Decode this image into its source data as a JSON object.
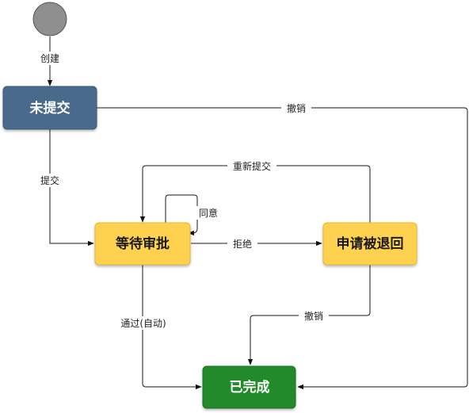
{
  "nodes": {
    "start": {
      "shape": "circle",
      "fill": "#8f8f8f",
      "stroke": "#555555"
    },
    "unsubmitted": {
      "label": "未提交",
      "fill": "#4a6b8a",
      "stroke": "#3d5a76",
      "text_color": "#ffffff"
    },
    "pending_approval": {
      "label": "等待审批",
      "fill": "#fed14f",
      "stroke": "#e5b73a",
      "text_color": "#1a1a1a"
    },
    "application_returned": {
      "label": "申请被退回",
      "fill": "#fed14f",
      "stroke": "#e5b73a",
      "text_color": "#1a1a1a"
    },
    "completed": {
      "label": "已完成",
      "fill": "#208a2c",
      "stroke": "#1a7025",
      "text_color": "#ffffff"
    }
  },
  "edges": {
    "create": {
      "label": "创建"
    },
    "submit": {
      "label": "提交"
    },
    "cancel_from_unsubmitted": {
      "label": "撤销"
    },
    "resubmit": {
      "label": "重新提交"
    },
    "agree": {
      "label": "同意"
    },
    "reject": {
      "label": "拒绝"
    },
    "approve_auto": {
      "label": "通过(自动)"
    },
    "cancel_from_returned": {
      "label": "撤销"
    }
  }
}
